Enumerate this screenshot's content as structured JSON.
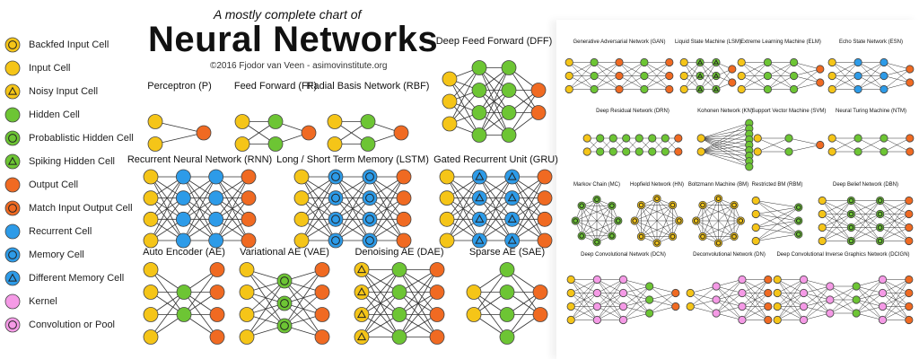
{
  "header": {
    "subtitle": "A mostly complete chart of",
    "title": "Neural Networks",
    "credit": "©2016 Fjodor van Veen - asimovinstitute.org"
  },
  "colors": {
    "input": "#f5c518",
    "hidden": "#6dc534",
    "output": "#f06a22",
    "recurrent": "#2d9be8",
    "kernel": "#f59ae6",
    "edge": "#333333"
  },
  "legend": [
    {
      "label": "Backfed Input Cell",
      "fill": "#f5c518",
      "inner": "circle"
    },
    {
      "label": "Input Cell",
      "fill": "#f5c518",
      "inner": "none"
    },
    {
      "label": "Noisy Input Cell",
      "fill": "#f5c518",
      "inner": "triangle"
    },
    {
      "label": "Hidden Cell",
      "fill": "#6dc534",
      "inner": "none"
    },
    {
      "label": "Probablistic Hidden Cell",
      "fill": "#6dc534",
      "inner": "circle"
    },
    {
      "label": "Spiking Hidden Cell",
      "fill": "#6dc534",
      "inner": "triangle"
    },
    {
      "label": "Output Cell",
      "fill": "#f06a22",
      "inner": "none"
    },
    {
      "label": "Match Input Output Cell",
      "fill": "#f06a22",
      "inner": "circle"
    },
    {
      "label": "Recurrent Cell",
      "fill": "#2d9be8",
      "inner": "none"
    },
    {
      "label": "Memory Cell",
      "fill": "#2d9be8",
      "inner": "circle"
    },
    {
      "label": "Different Memory Cell",
      "fill": "#2d9be8",
      "inner": "triangle"
    },
    {
      "label": "Kernel",
      "fill": "#f59ae6",
      "inner": "none"
    },
    {
      "label": "Convolution or Pool",
      "fill": "#f59ae6",
      "inner": "circle"
    }
  ],
  "networks": [
    {
      "name": "Perceptron (P)",
      "layers": [
        "2i",
        "1o"
      ]
    },
    {
      "name": "Feed Forward (FF)",
      "layers": [
        "2i",
        "2h",
        "1o"
      ]
    },
    {
      "name": "Radial Basis Network (RBF)",
      "layers": [
        "2i",
        "2h",
        "1o"
      ]
    },
    {
      "name": "Deep Feed Forward (DFF)",
      "layers": [
        "3i",
        "4h",
        "4h",
        "2o"
      ]
    },
    {
      "name": "Recurrent Neural Network (RNN)",
      "layers": [
        "4i",
        "4r",
        "4r",
        "4o"
      ]
    },
    {
      "name": "Long / Short Term Memory (LSTM)",
      "layers": [
        "4i",
        "4m",
        "4m",
        "4o"
      ]
    },
    {
      "name": "Gated Recurrent Unit (GRU)",
      "layers": [
        "4i",
        "4d",
        "4d",
        "4o"
      ]
    },
    {
      "name": "Auto Encoder (AE)",
      "layers": [
        "4i",
        "2h",
        "4o"
      ]
    },
    {
      "name": "Variational AE (VAE)",
      "layers": [
        "4i",
        "3p",
        "4o"
      ]
    },
    {
      "name": "Denoising AE (DAE)",
      "layers": [
        "4n",
        "4h",
        "4o"
      ]
    },
    {
      "name": "Sparse AE (SAE)",
      "layers": [
        "2i",
        "4h",
        "2o"
      ]
    },
    {
      "name": "Generative Adversarial Network (GAN)",
      "layers": [
        "3i",
        "3h",
        "3o",
        "3h",
        "3o"
      ]
    },
    {
      "name": "Liquid State Machine (LSM)",
      "layers": [
        "3i",
        "3s",
        "3s",
        "2o"
      ]
    },
    {
      "name": "Extreme Learning Machine (ELM)",
      "layers": [
        "3i",
        "3h",
        "3h",
        "2o"
      ]
    },
    {
      "name": "Echo State Network (ESN)",
      "layers": [
        "3i",
        "3r",
        "3r",
        "2o"
      ]
    },
    {
      "name": "Deep Residual Network (DRN)",
      "layers": [
        "2i",
        "2h",
        "2h",
        "2h",
        "2h",
        "2h",
        "2h",
        "2o"
      ]
    },
    {
      "name": "Kohonen Network (KN)",
      "layers": [
        "2i",
        "9h"
      ]
    },
    {
      "name": "Support Vector Machine (SVM)",
      "layers": [
        "2i",
        "2h",
        "1o"
      ]
    },
    {
      "name": "Neural Turing Machine (NTM)",
      "layers": [
        "2i",
        "2h",
        "2h",
        "2o"
      ]
    },
    {
      "name": "Markov Chain (MC)",
      "layers": [
        "ring"
      ]
    },
    {
      "name": "Hopfield Network (HN)",
      "layers": [
        "ring"
      ]
    },
    {
      "name": "Boltzmann Machine (BM)",
      "layers": [
        "ring"
      ]
    },
    {
      "name": "Restricted BM (RBM)",
      "layers": [
        "4i",
        "3p"
      ]
    },
    {
      "name": "Deep Belief Network (DBN)",
      "layers": [
        "4i",
        "4p",
        "4p",
        "4o"
      ]
    },
    {
      "name": "Deep Convolutional Network (DCN)",
      "layers": [
        "4i",
        "4k",
        "4k",
        "3h",
        "2o"
      ]
    },
    {
      "name": "Deconvolutional Network (DN)",
      "layers": [
        "2i",
        "3k",
        "4k",
        "4o"
      ]
    },
    {
      "name": "Deep Convolutional Inverse Graphics Network (DCIGN)",
      "layers": [
        "4i",
        "4k",
        "3k",
        "3h",
        "4k",
        "4o"
      ]
    }
  ]
}
